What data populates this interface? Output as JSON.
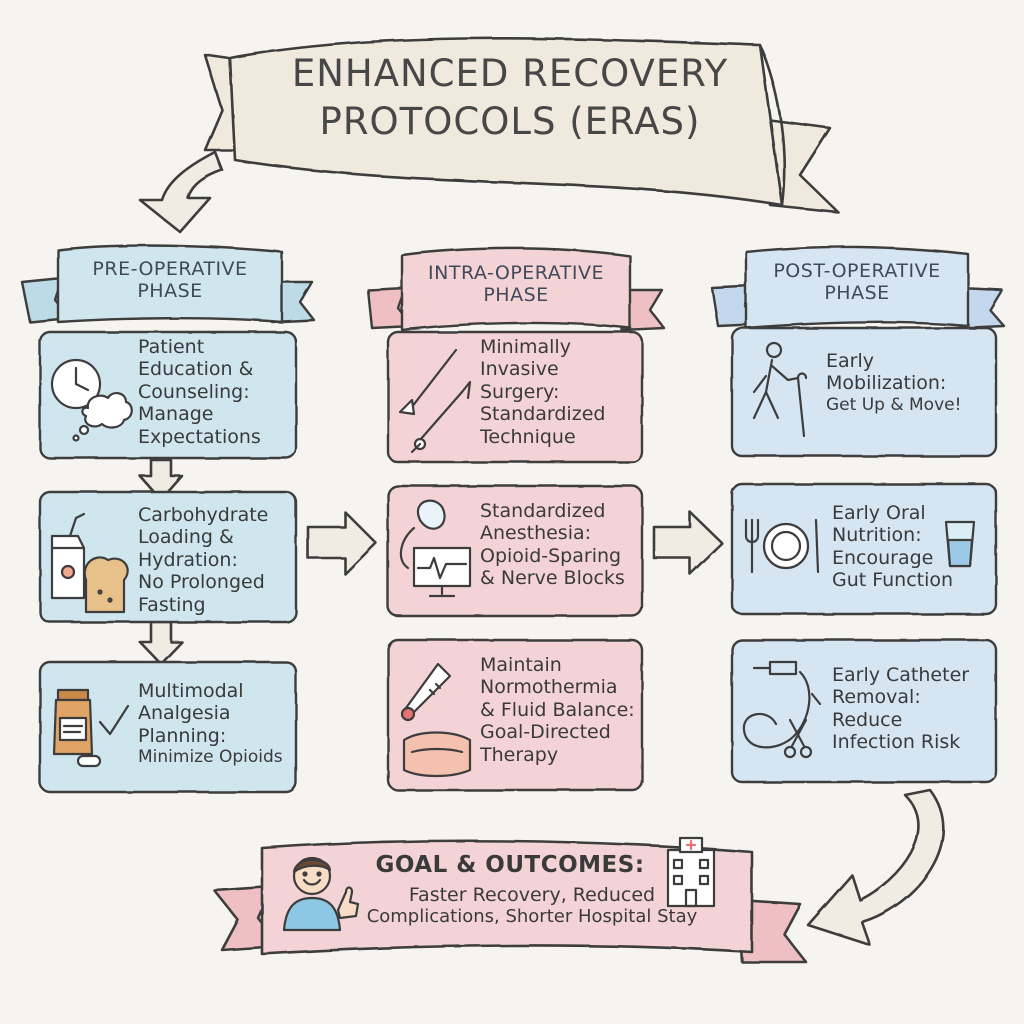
{
  "title": {
    "lines": [
      "ENHANCED RECOVERY",
      "PROTOCOLS (ERAS)"
    ]
  },
  "phases": [
    {
      "id": "pre",
      "name_lines": [
        "PRE-OPERATIVE",
        "PHASE"
      ],
      "color": "#cfe6ee",
      "banner_color": "#bcdbe6",
      "cards": [
        {
          "icon": "clock-thought-icon",
          "lines": [
            "Patient",
            "Education &",
            "Counseling:",
            "Manage",
            "Expectations"
          ]
        },
        {
          "icon": "juice-toast-icon",
          "lines": [
            "Carbohydrate",
            "Loading &",
            "Hydration:",
            "No Prolonged",
            "Fasting"
          ]
        },
        {
          "icon": "pill-bottle-check-icon",
          "lines": [
            "Multimodal",
            "Analgesia",
            "Planning:",
            "Minimize Opioids"
          ]
        }
      ]
    },
    {
      "id": "intra",
      "name_lines": [
        "INTRA-OPERATIVE",
        "PHASE"
      ],
      "color": "#f3d3d6",
      "banner_color": "#eec0c4",
      "cards": [
        {
          "icon": "scalpel-instruments-icon",
          "lines": [
            "Minimally",
            "Invasive",
            "Surgery:",
            "Standardized",
            "Technique"
          ]
        },
        {
          "icon": "anesthesia-monitor-icon",
          "lines": [
            "Standardized",
            "Anesthesia:",
            "Opioid-Sparing",
            "& Nerve Blocks"
          ]
        },
        {
          "icon": "thermometer-blanket-icon",
          "lines": [
            "Maintain",
            "Normothermia",
            "& Fluid Balance:",
            "Goal-Directed",
            "Therapy"
          ]
        }
      ]
    },
    {
      "id": "post",
      "name_lines": [
        "POST-OPERATIVE",
        "PHASE"
      ],
      "color": "#d6e5f2",
      "banner_color": "#c3d8ec",
      "cards": [
        {
          "icon": "walking-person-cane-icon",
          "lines": [
            "Early",
            "Mobilization:",
            "Get Up & Move!"
          ]
        },
        {
          "icon": "plate-fork-glass-icon",
          "lines": [
            "Early Oral",
            "Nutrition:",
            "Encourage",
            "Gut Function"
          ]
        },
        {
          "icon": "catheter-scissors-icon",
          "lines": [
            "Early Catheter",
            "Removal:",
            "Reduce",
            "Infection Risk"
          ]
        }
      ]
    }
  ],
  "goal": {
    "heading": "GOAL & OUTCOMES:",
    "lines": [
      "Faster Recovery, Reduced",
      "Complications, Shorter Hospital Stay"
    ],
    "icons": [
      "thumbs-up-person-icon",
      "hospital-building-icon"
    ],
    "color": "#f3d3d6"
  },
  "colors": {
    "title_ribbon": "#efe9de",
    "ink": "#3d3d3d",
    "arrow_fill": "#efece4"
  }
}
